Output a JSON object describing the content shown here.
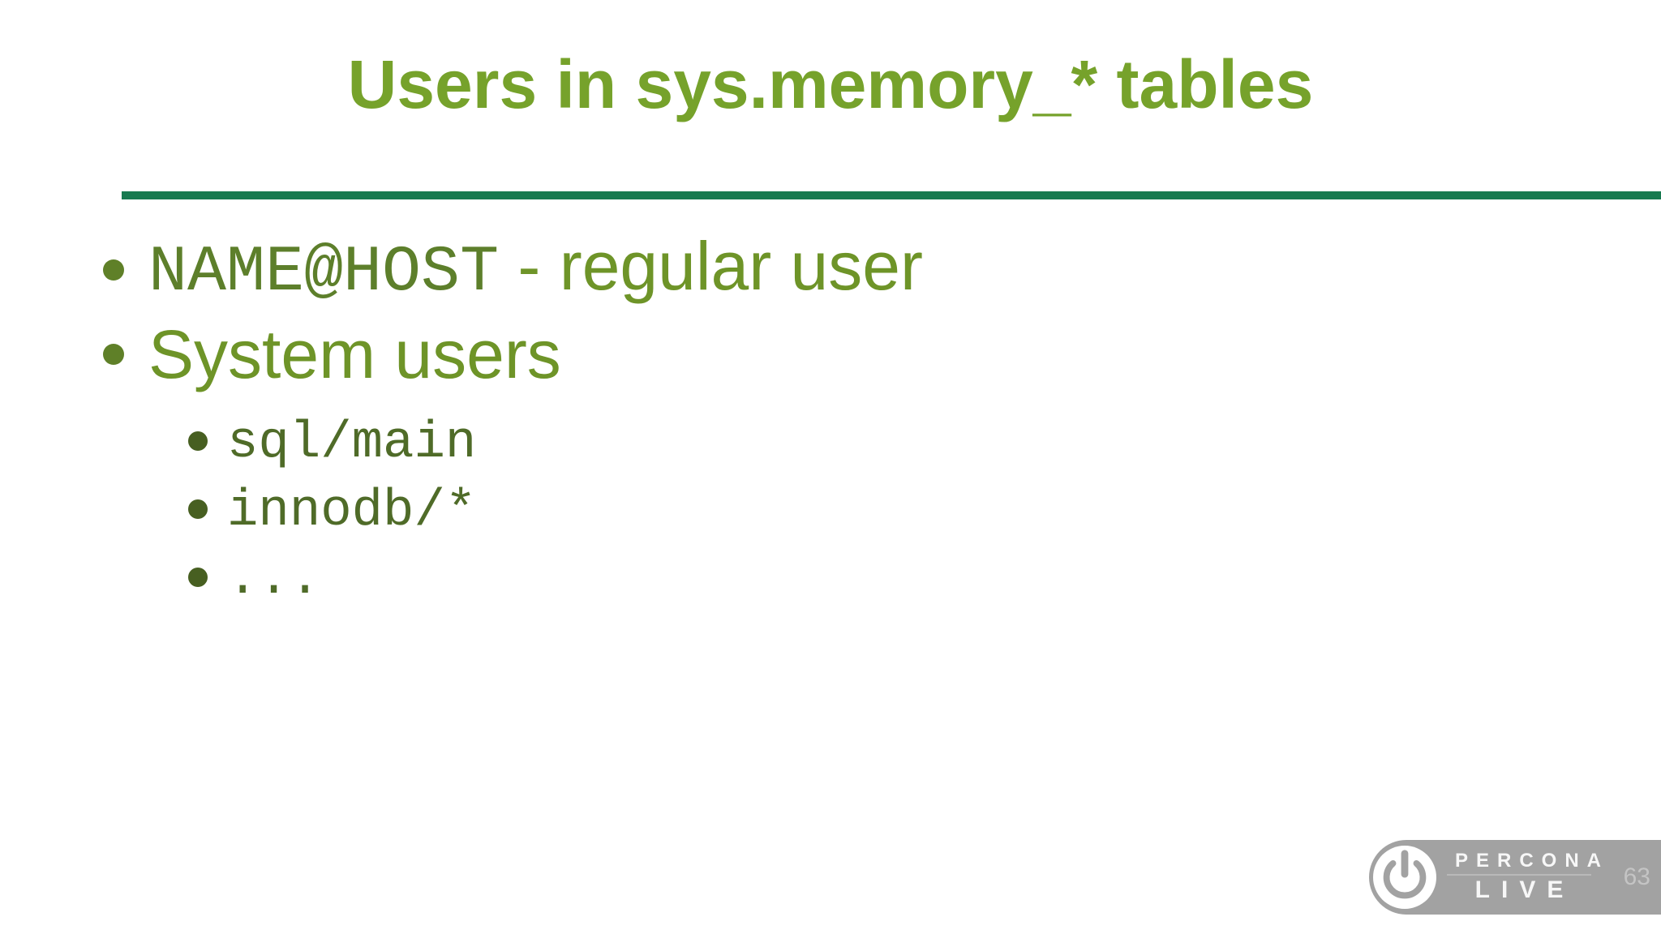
{
  "slide": {
    "title": "Users in sys.memory_* tables",
    "bullets": [
      {
        "level": 1,
        "segments": [
          {
            "style": "mono",
            "text": "NAME@HOST"
          },
          {
            "style": "sans",
            "text": " - regular user"
          }
        ]
      },
      {
        "level": 1,
        "segments": [
          {
            "style": "sans",
            "text": "System users"
          }
        ]
      },
      {
        "level": 2,
        "segments": [
          {
            "style": "mono",
            "text": "sql/main"
          }
        ]
      },
      {
        "level": 2,
        "segments": [
          {
            "style": "mono",
            "text": "innodb/*"
          }
        ]
      },
      {
        "level": 2,
        "segments": [
          {
            "style": "mono",
            "text": "..."
          }
        ]
      }
    ]
  },
  "footer": {
    "logo_icon": "power-icon",
    "brand_top": "PERCONA",
    "brand_bottom": "LIVE",
    "page_number": "63"
  },
  "colors": {
    "title_green": "#76a22b",
    "body_green": "#6e9428",
    "mono_green_l1": "#5d7f2b",
    "mono_green_l2": "#4f6b28",
    "rule_green": "#187a50",
    "pill_gray": "#a2a2a2",
    "page_number_gray": "#c4c4c4"
  }
}
